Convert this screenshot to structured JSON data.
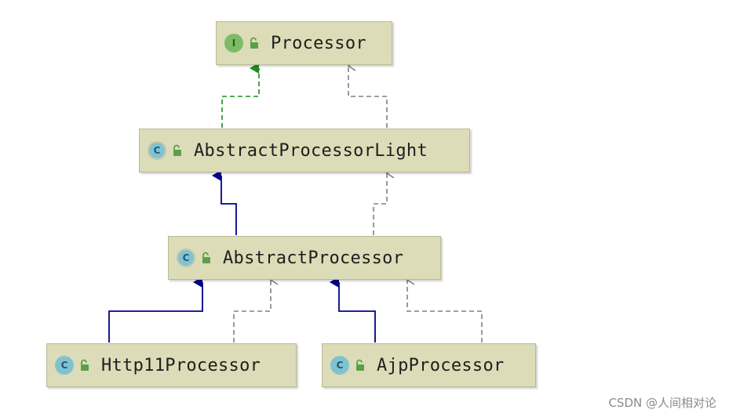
{
  "nodes": [
    {
      "id": "processor",
      "name": "Processor",
      "kind": "interface"
    },
    {
      "id": "abstract-processor-light",
      "name": "AbstractProcessorLight",
      "kind": "abstract-class"
    },
    {
      "id": "abstract-processor",
      "name": "AbstractProcessor",
      "kind": "abstract-class"
    },
    {
      "id": "http11-processor",
      "name": "Http11Processor",
      "kind": "class"
    },
    {
      "id": "ajp-processor",
      "name": "AjpProcessor",
      "kind": "class"
    }
  ],
  "badges": {
    "interface": "I",
    "class": "C"
  },
  "edges": [
    {
      "from": "abstract-processor-light",
      "to": "processor",
      "style": "implements",
      "color": "#1e8c1e"
    },
    {
      "from": "abstract-processor-light",
      "to": "processor",
      "style": "dependency",
      "color": "#808080"
    },
    {
      "from": "abstract-processor",
      "to": "abstract-processor-light",
      "style": "extends",
      "color": "#00008b"
    },
    {
      "from": "abstract-processor",
      "to": "abstract-processor-light",
      "style": "dependency",
      "color": "#808080"
    },
    {
      "from": "http11-processor",
      "to": "abstract-processor",
      "style": "extends",
      "color": "#00008b"
    },
    {
      "from": "http11-processor",
      "to": "abstract-processor",
      "style": "dependency",
      "color": "#808080"
    },
    {
      "from": "ajp-processor",
      "to": "abstract-processor",
      "style": "extends",
      "color": "#00008b"
    },
    {
      "from": "ajp-processor",
      "to": "abstract-processor",
      "style": "dependency",
      "color": "#808080"
    }
  ],
  "watermark": "CSDN @人间相对论"
}
